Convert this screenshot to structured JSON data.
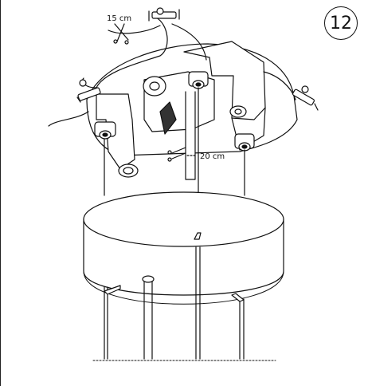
{
  "step": {
    "number": "12"
  },
  "measurements": {
    "top_cut": "15 cm",
    "center_cut": "20 cm"
  }
}
